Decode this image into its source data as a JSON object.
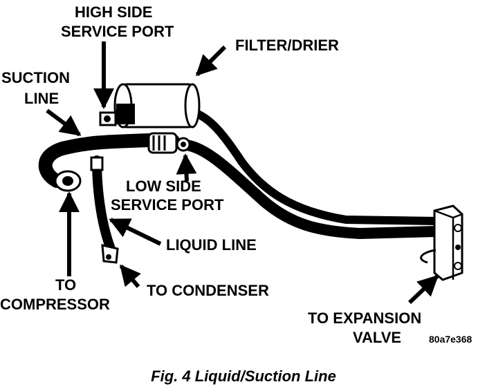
{
  "labels": {
    "high_side_1": "HIGH SIDE",
    "high_side_2": "SERVICE PORT",
    "filter_drier": "FILTER/DRIER",
    "suction_1": "SUCTION",
    "suction_2": "LINE",
    "low_side_1": "LOW SIDE",
    "low_side_2": "SERVICE PORT",
    "liquid_line": "LIQUID LINE",
    "to_comp_1": "TO",
    "to_comp_2": "COMPRESSOR",
    "to_condenser": "TO CONDENSER",
    "to_exp_1": "TO EXPANSION",
    "to_exp_2": "VALVE",
    "code": "80a7e368"
  },
  "caption": "Fig. 4 Liquid/Suction Line",
  "colors": {
    "ink": "#000000",
    "background": "#ffffff"
  }
}
